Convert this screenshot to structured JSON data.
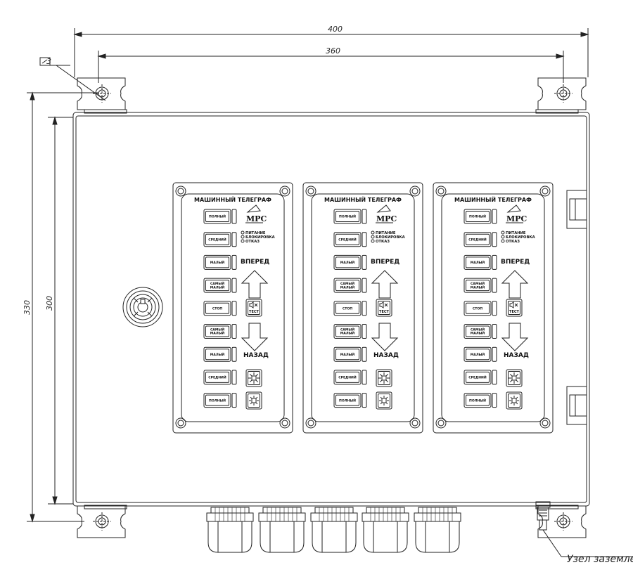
{
  "dimensions": {
    "width_outer": "400",
    "width_inner": "360",
    "height_outer": "330",
    "height_inner": "300",
    "flatness_label": "3"
  },
  "panels": [
    {
      "title": "МАШИННЫЙ  ТЕЛЕГРАФ",
      "logo": "МРС",
      "buttons": [
        [
          "ПОЛНЫЙ"
        ],
        [
          "СРЕДНИЙ"
        ],
        [
          "МАЛЫЙ"
        ],
        [
          "САМЫЙ",
          "МАЛЫЙ"
        ],
        [
          "СТОП"
        ],
        [
          "САМЫЙ",
          "МАЛЫЙ"
        ],
        [
          "МАЛЫЙ"
        ],
        [
          "СРЕДНИЙ"
        ],
        [
          "ПОЛНЫЙ"
        ]
      ],
      "indicators": [
        "ПИТАНИЕ",
        "БЛОКИРОВКА",
        "ОТКАЗ"
      ],
      "forward": "ВПЕРЕД",
      "back": "НАЗАД",
      "test": "ТЕСТ"
    },
    {
      "title": "МАШИННЫЙ  ТЕЛЕГРАФ",
      "logo": "МРС",
      "buttons": [
        [
          "ПОЛНЫЙ"
        ],
        [
          "СРЕДНИЙ"
        ],
        [
          "МАЛЫЙ"
        ],
        [
          "САМЫЙ",
          "МАЛЫЙ"
        ],
        [
          "СТОП"
        ],
        [
          "САМЫЙ",
          "МАЛЫЙ"
        ],
        [
          "МАЛЫЙ"
        ],
        [
          "СРЕДНИЙ"
        ],
        [
          "ПОЛНЫЙ"
        ]
      ],
      "indicators": [
        "ПИТАНИЕ",
        "БЛОКИРОВКА",
        "ОТКАЗ"
      ],
      "forward": "ВПЕРЕД",
      "back": "НАЗАД",
      "test": "ТЕСТ"
    },
    {
      "title": "МАШИННЫЙ  ТЕЛЕГРАФ",
      "logo": "МРС",
      "buttons": [
        [
          "ПОЛНЫЙ"
        ],
        [
          "СРЕДНИЙ"
        ],
        [
          "МАЛЫЙ"
        ],
        [
          "САМЫЙ",
          "МАЛЫЙ"
        ],
        [
          "СТОП"
        ],
        [
          "САМЫЙ",
          "МАЛЫЙ"
        ],
        [
          "МАЛЫЙ"
        ],
        [
          "СРЕДНИЙ"
        ],
        [
          "ПОЛНЫЙ"
        ]
      ],
      "indicators": [
        "ПИТАНИЕ",
        "БЛОКИРОВКА",
        "ОТКАЗ"
      ],
      "forward": "ВПЕРЕД",
      "back": "НАЗАД",
      "test": "ТЕСТ"
    }
  ],
  "grounding_label": "Узел заземления",
  "icons": {
    "lock": "lock-icon",
    "arrow_up": "arrow-up-icon",
    "arrow_down": "arrow-down-icon",
    "mute": "mute-icon",
    "brightness_up": "brightness-up-icon",
    "brightness_down": "brightness-down-icon"
  },
  "colors": {
    "line": "#222222",
    "background": "#ffffff"
  }
}
